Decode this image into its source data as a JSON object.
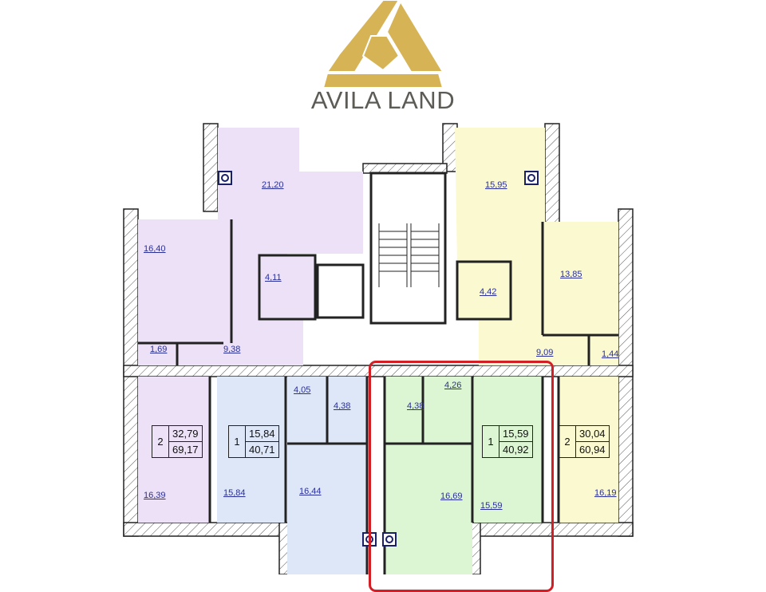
{
  "brand": {
    "name": "AVILA LAND",
    "logo_color": "#d6b456",
    "text_color": "#5d5b55"
  },
  "colors": {
    "purple": "#ece1f6",
    "blue": "#dde7f8",
    "green": "#dcf6d4",
    "yellow": "#fbf9cf",
    "highlight": "#d21f26",
    "area_text": "#2a2f9a"
  },
  "rooms": {
    "p_living": "21,20",
    "p_bedroom": "16,40",
    "p_bath": "4,11",
    "p_hall": "9,38",
    "p_closet": "1,69",
    "y_kitchen": "15,95",
    "y_bedroom": "13,85",
    "y_bath": "4,42",
    "y_hall": "9,09",
    "y_closet": "1,44",
    "p2_room": "16,39",
    "b_room": "15,84",
    "b_hall": "4,05",
    "b_bath": "4,38",
    "b_kitchen": "16,44",
    "g_bath": "4,38",
    "g_hall": "4,26",
    "g_kitchen": "16,69",
    "g_room": "15,59",
    "y2_room": "16,19"
  },
  "apartments": [
    {
      "rooms": "2",
      "living_area": "32,79",
      "total_area": "69,17"
    },
    {
      "rooms": "1",
      "living_area": "15,84",
      "total_area": "40,71"
    },
    {
      "rooms": "1",
      "living_area": "15,59",
      "total_area": "40,92"
    },
    {
      "rooms": "2",
      "living_area": "30,04",
      "total_area": "60,94"
    }
  ]
}
